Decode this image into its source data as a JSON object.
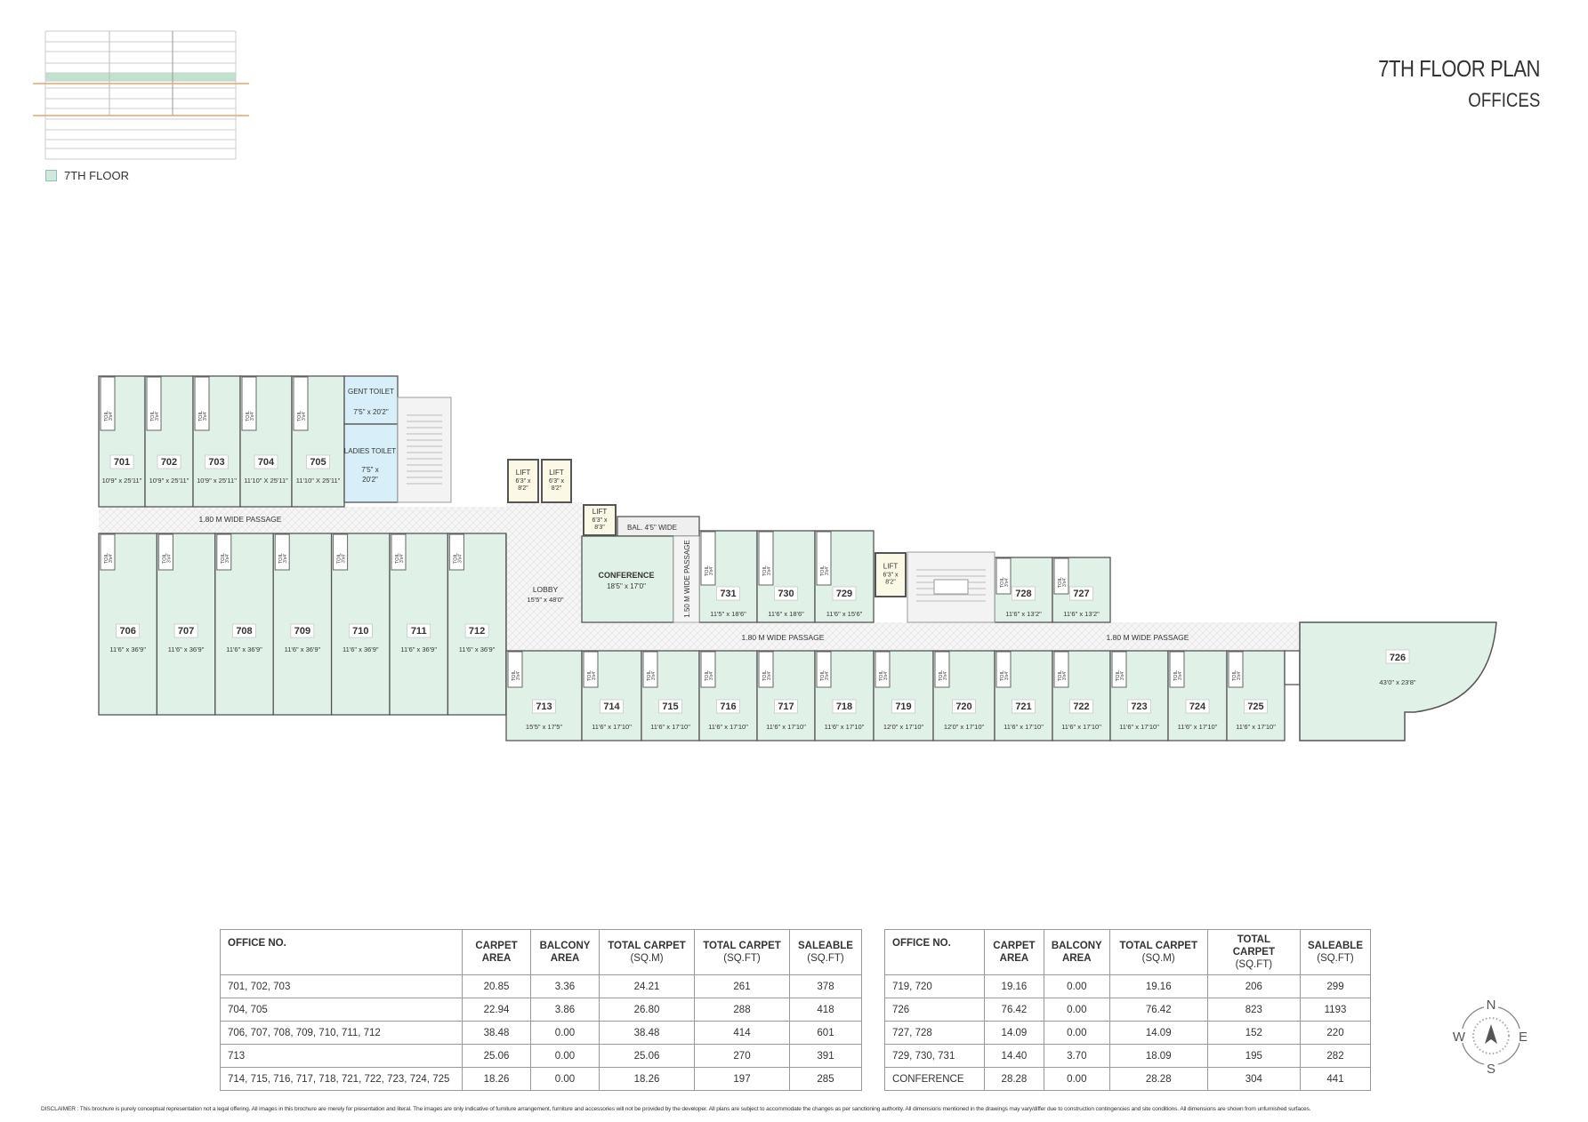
{
  "header": {
    "title": "7TH FLOOR PLAN",
    "subtitle": "OFFICES"
  },
  "key_plan": {
    "legend_label": "7TH FLOOR",
    "highlight_color": "#bfe3cf",
    "marker_color": "#e8a46a"
  },
  "colors": {
    "unit_fill": "#e0f1e7",
    "toilet_fill": "#d8eef8",
    "lift_fill": "#fbf8e6",
    "wall": "#555555"
  },
  "plan": {
    "units": [
      {
        "no": "701",
        "dim": "10'9\" x 25'11\""
      },
      {
        "no": "702",
        "dim": "10'9\" x 25'11\""
      },
      {
        "no": "703",
        "dim": "10'9\" x 25'11\""
      },
      {
        "no": "704",
        "dim": "11'10\" X 25'11\""
      },
      {
        "no": "705",
        "dim": "11'10\" X 25'11\""
      },
      {
        "no": "706",
        "dim": "11'6\" x 36'9\""
      },
      {
        "no": "707",
        "dim": "11'6\" x 36'9\""
      },
      {
        "no": "708",
        "dim": "11'6\" x 36'9\""
      },
      {
        "no": "709",
        "dim": "11'6\" x 36'9\""
      },
      {
        "no": "710",
        "dim": "11'6\" x 36'9\""
      },
      {
        "no": "711",
        "dim": "11'6\" x 36'9\""
      },
      {
        "no": "712",
        "dim": "11'6\" x 36'9\""
      },
      {
        "no": "713",
        "dim": "15'5\" x 17'5\""
      },
      {
        "no": "714",
        "dim": "11'6\" x 17'10\""
      },
      {
        "no": "715",
        "dim": "11'6\" x 17'10\""
      },
      {
        "no": "716",
        "dim": "11'6\" x 17'10\""
      },
      {
        "no": "717",
        "dim": "11'6\" x 17'10\""
      },
      {
        "no": "718",
        "dim": "11'6\" x 17'10\""
      },
      {
        "no": "719",
        "dim": "12'0\" x 17'10\""
      },
      {
        "no": "720",
        "dim": "12'0\" x 17'10\""
      },
      {
        "no": "721",
        "dim": "11'6\" x 17'10\""
      },
      {
        "no": "722",
        "dim": "11'6\" x 17'10\""
      },
      {
        "no": "723",
        "dim": "11'6\" x 17'10\""
      },
      {
        "no": "724",
        "dim": "11'6\" x 17'10\""
      },
      {
        "no": "725",
        "dim": "11'6\" x 17'10\""
      },
      {
        "no": "726",
        "dim": "43'0\" x 23'8\""
      },
      {
        "no": "727",
        "dim": "11'6\" x 13'2\""
      },
      {
        "no": "728",
        "dim": "11'6\" x 13'2\""
      },
      {
        "no": "729",
        "dim": "11'6\" x 15'6\""
      },
      {
        "no": "730",
        "dim": "11'6\" x 18'6\""
      },
      {
        "no": "731",
        "dim": "11'5\" x 18'6\""
      }
    ],
    "toilet_label": "TOIL",
    "toilet_dim": "3'x4'",
    "gent_toilet": {
      "name": "GENT TOILET",
      "dim": "7'5\" x 20'2\""
    },
    "ladies_toilet": {
      "name": "LADIES TOILET",
      "dim1": "7'5\" x",
      "dim2": "20'2\""
    },
    "lifts": [
      {
        "name": "LIFT",
        "dim1": "6'3\" x",
        "dim2": "8'2\""
      },
      {
        "name": "LIFT",
        "dim1": "6'3\" x",
        "dim2": "8'2\""
      },
      {
        "name": "LIFT",
        "dim1": "6'3\" x",
        "dim2": "8'3\""
      },
      {
        "name": "LIFT",
        "dim1": "6'3\" x",
        "dim2": "8'2\""
      }
    ],
    "balcony": "BAL. 4'5\" WIDE",
    "conference": {
      "name": "CONFERENCE",
      "dim": "18'5\" x 17'0\""
    },
    "lobby": {
      "name": "LOBBY",
      "dim": "15'5\" x 48'0\""
    },
    "passage_150": "1.50 M WIDE PASSAGE",
    "passages_180": [
      "1.80 M WIDE PASSAGE",
      "1.80 M WIDE PASSAGE",
      "1.80 M WIDE PASSAGE"
    ]
  },
  "tables": {
    "headers": [
      {
        "l1": "OFFICE NO.",
        "l2": ""
      },
      {
        "l1": "CARPET",
        "l2": "AREA"
      },
      {
        "l1": "BALCONY",
        "l2": "AREA"
      },
      {
        "l1": "TOTAL CARPET",
        "l2": "(SQ.M)"
      },
      {
        "l1": "TOTAL CARPET",
        "l2": "(SQ.FT)"
      },
      {
        "l1": "SALEABLE",
        "l2": "(SQ.FT)"
      }
    ],
    "left_rows": [
      [
        "701, 702, 703",
        "20.85",
        "3.36",
        "24.21",
        "261",
        "378"
      ],
      [
        "704, 705",
        "22.94",
        "3.86",
        "26.80",
        "288",
        "418"
      ],
      [
        "706, 707, 708, 709, 710, 711, 712",
        "38.48",
        "0.00",
        "38.48",
        "414",
        "601"
      ],
      [
        "713",
        "25.06",
        "0.00",
        "25.06",
        "270",
        "391"
      ],
      [
        "714, 715, 716, 717, 718, 721, 722, 723, 724, 725",
        "18.26",
        "0.00",
        "18.26",
        "197",
        "285"
      ]
    ],
    "right_rows": [
      [
        "719, 720",
        "19.16",
        "0.00",
        "19.16",
        "206",
        "299"
      ],
      [
        "726",
        "76.42",
        "0.00",
        "76.42",
        "823",
        "1193"
      ],
      [
        "727, 728",
        "14.09",
        "0.00",
        "14.09",
        "152",
        "220"
      ],
      [
        "729, 730, 731",
        "14.40",
        "3.70",
        "18.09",
        "195",
        "282"
      ],
      [
        "CONFERENCE",
        "28.28",
        "0.00",
        "28.28",
        "304",
        "441"
      ]
    ]
  },
  "compass": {
    "n": "N",
    "s": "S",
    "e": "E",
    "w": "W"
  },
  "disclaimer": "DISCLAIMER : This brochure is purely conceptual representation not a legal offering.  All images in this brochure are merely for presentation and literal.  The images are only indicative of furniture arrangement, furniture and accessories will not be provided by the developer.  All plans are subject to accommodate the changes as per sanctioning authority. All dimensions mentioned in the drawings may vary/differ due to construction contingencies and site conditions. All dimensions are shown from unfurnished surfaces."
}
